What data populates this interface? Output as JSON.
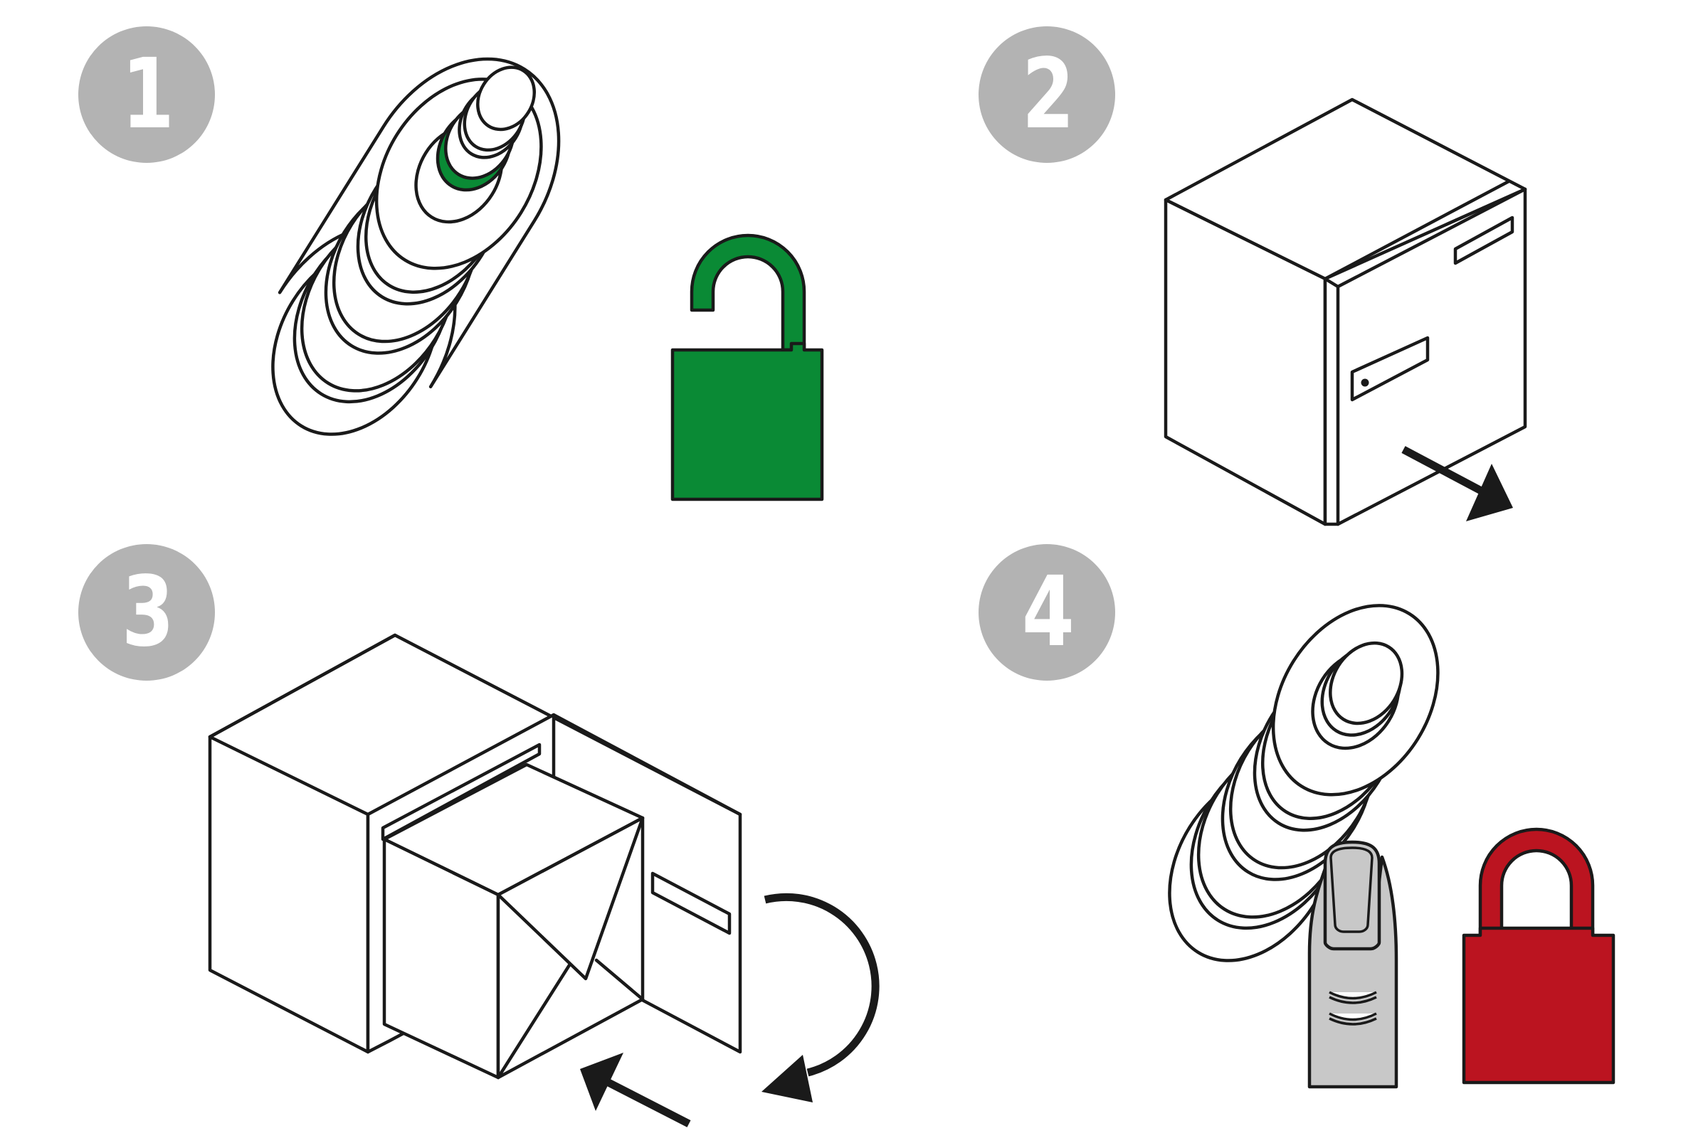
{
  "steps": [
    {
      "number": "1",
      "icon": "knob-unlocked",
      "lock_state": "unlocked"
    },
    {
      "number": "2",
      "icon": "box-slide-out"
    },
    {
      "number": "3",
      "icon": "box-insert-rotate"
    },
    {
      "number": "4",
      "icon": "knob-press-locked",
      "lock_state": "locked"
    }
  ],
  "colors": {
    "badge": "#b3b3b3",
    "badge_text": "#ffffff",
    "outline": "#1a1a1a",
    "unlocked": "#0a8a35",
    "locked": "#bb1420",
    "finger": "#c8c8c8"
  }
}
